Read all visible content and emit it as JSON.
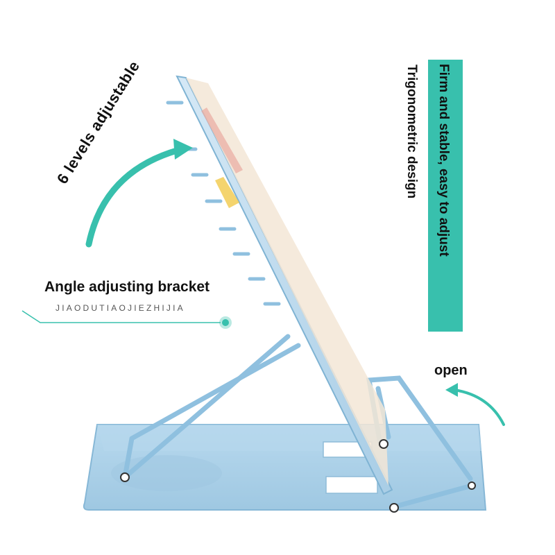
{
  "labels": {
    "levels": "6 levels adjustable",
    "bracket_title": "Angle adjusting bracket",
    "bracket_pinyin": "JIAODUTIAOJIEZHIJIA",
    "open": "open",
    "trigonometric": "Trigonometric design",
    "firm": "Firm and stable, easy to adjust"
  },
  "colors": {
    "accent_teal": "#38c0ad",
    "stand_blue": "#a9cfe6",
    "stand_edge": "#7fb3d3",
    "text": "#111111"
  },
  "icons": [
    "curved-arrow-icon",
    "dot-marker-icon"
  ]
}
